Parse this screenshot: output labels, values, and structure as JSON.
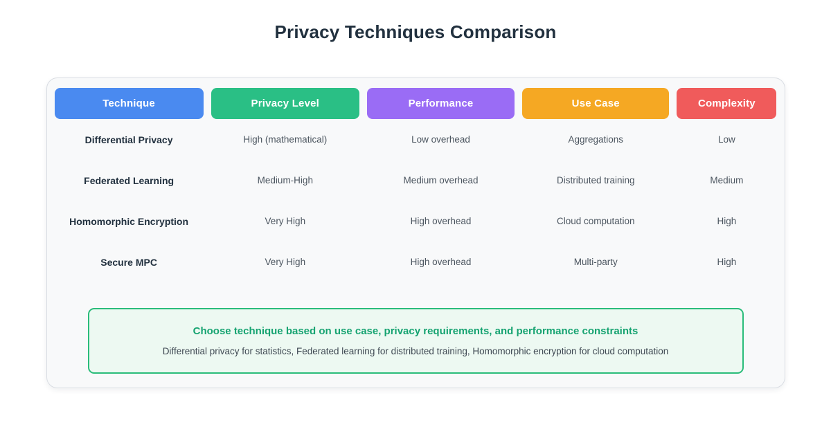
{
  "chart_data": {
    "type": "table",
    "title": "Privacy Techniques Comparison",
    "columns": [
      {
        "label": "Technique",
        "color": "#4a8af0"
      },
      {
        "label": "Privacy Level",
        "color": "#2abf85"
      },
      {
        "label": "Performance",
        "color": "#9a6cf5"
      },
      {
        "label": "Use Case",
        "color": "#f5a823"
      },
      {
        "label": "Complexity",
        "color": "#f05b5b"
      }
    ],
    "rows": [
      {
        "cells": [
          "Differential Privacy",
          "High (mathematical)",
          "Low overhead",
          "Aggregations",
          "Low"
        ]
      },
      {
        "cells": [
          "Federated Learning",
          "Medium-High",
          "Medium overhead",
          "Distributed training",
          "Medium"
        ]
      },
      {
        "cells": [
          "Homomorphic Encryption",
          "Very High",
          "High overhead",
          "Cloud computation",
          "High"
        ]
      },
      {
        "cells": [
          "Secure MPC",
          "Very High",
          "High overhead",
          "Multi-party",
          "High"
        ]
      }
    ],
    "note": {
      "title": "Choose technique based on use case, privacy requirements, and performance constraints",
      "body": "Differential privacy for statistics, Federated learning for distributed training, Homomorphic encryption for cloud computation",
      "accent_color": "#16a371",
      "border_color": "#2abc7a",
      "background_color": "#edf9f2"
    },
    "layout": {
      "legend": "none",
      "grid": "off"
    }
  }
}
